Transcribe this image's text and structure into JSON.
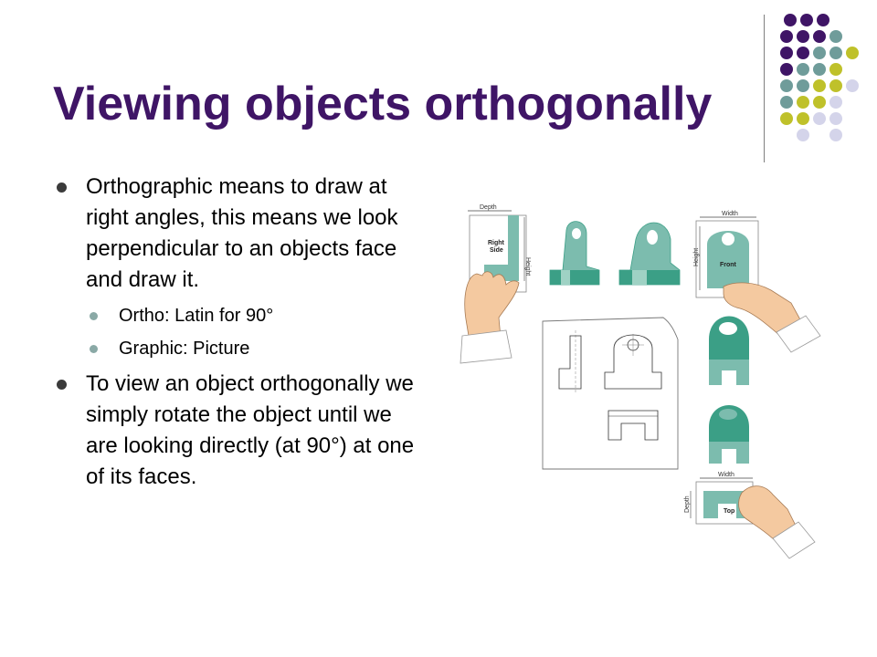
{
  "slide": {
    "title": "Viewing objects orthogonally",
    "bullets": [
      {
        "text": "Orthographic means to draw at right angles, this means we look perpendicular to an objects face and draw it.",
        "sub": [
          "Ortho: Latin for 90°",
          "Graphic:  Picture"
        ]
      },
      {
        "text": "To view an object orthogonally we simply rotate the object until we are looking directly  (at 90°) at one of its faces."
      }
    ]
  },
  "figure": {
    "labels": {
      "depth_top": "Depth",
      "right_side_1": "Right",
      "right_side_2": "Side",
      "height_side": "Height",
      "width_front": "Width",
      "height_front": "Height",
      "front": "Front",
      "width_top": "Width",
      "depth_side": "Depth",
      "top": "Top"
    }
  },
  "colors": {
    "title": "#3f1566",
    "dot_purple": "#3f1566",
    "dot_teal": "#6f9c9a",
    "dot_olive": "#bfc12a",
    "dot_lavender": "#d4d4ea",
    "teal_part": "#7cbcae",
    "teal_dark": "#3b9f86"
  }
}
